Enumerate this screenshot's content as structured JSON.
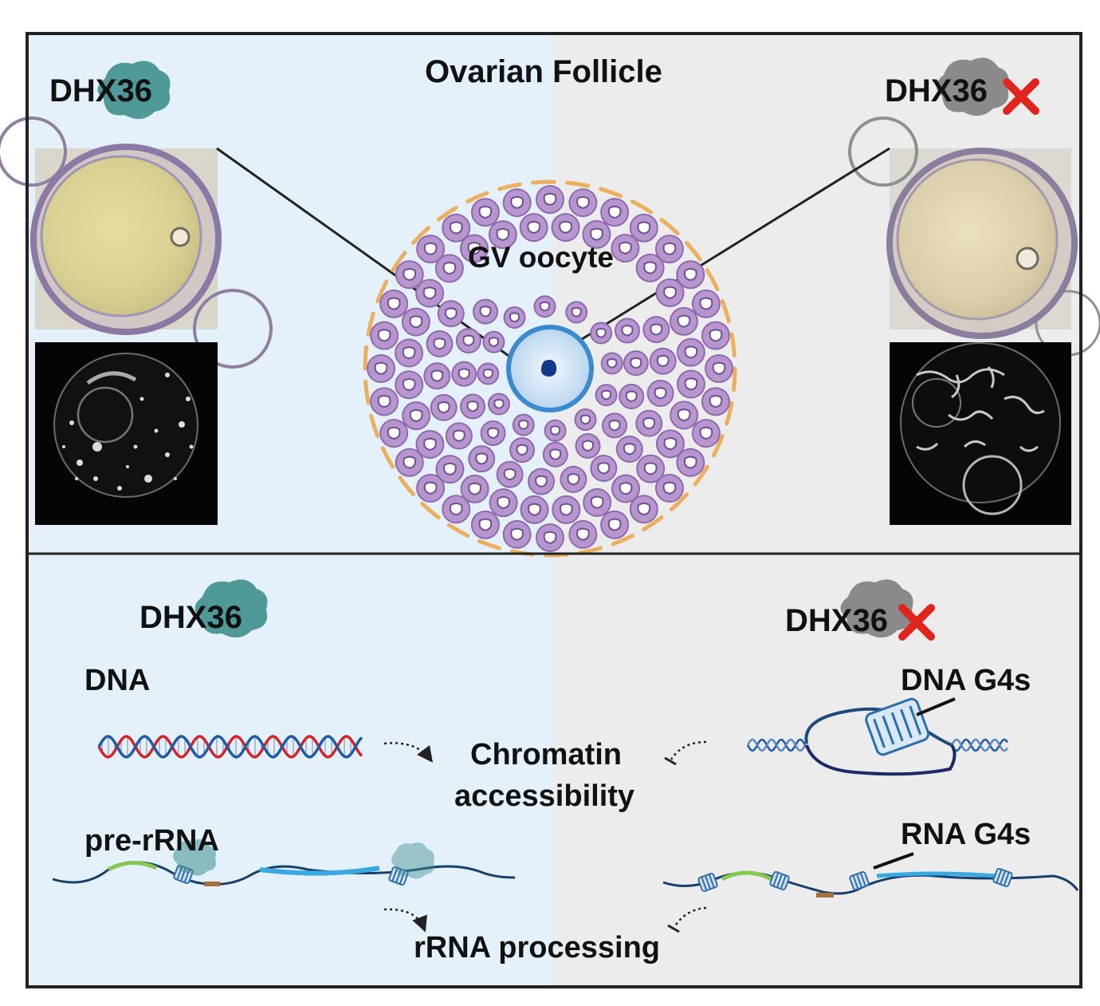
{
  "title": "Ovarian Follicle",
  "follicle": {
    "oocyte_label": "GV oocyte"
  },
  "protein": {
    "name": "DHX36",
    "present_color": "#3e8f8d",
    "absent_color": "#7f7f7f",
    "knockout_mark_color": "#e0251e",
    "knockout_mark": "cross-icon"
  },
  "colors": {
    "left_bg": "#e4f1fb",
    "right_bg": "#ececec",
    "border": "#222222",
    "granulosa_fill": "#b696cc",
    "granulosa_stroke": "#8d6ab0",
    "theca": "#eab05f",
    "oocyte_fill": "#c7def2",
    "oocyte_stroke": "#3a8ad0",
    "nucleus": "#123a8c",
    "dna_red": "#d0252b",
    "dna_blue": "#1f5aa6",
    "rna_strand": "#173f6c",
    "rna_green": "#86c750",
    "rna_blue": "#3aa9e2",
    "rna_brown": "#a5703f",
    "g4": "#2c6ea8"
  },
  "bottom": {
    "dna_label": "DNA",
    "dna_g4_label": "DNA G4s",
    "chromatin_line1": "Chromatin",
    "chromatin_line2": "accessibility",
    "prerrna_label": "pre-rRNA",
    "rna_g4_label": "RNA G4s",
    "processing_label": "rRNA processing"
  }
}
